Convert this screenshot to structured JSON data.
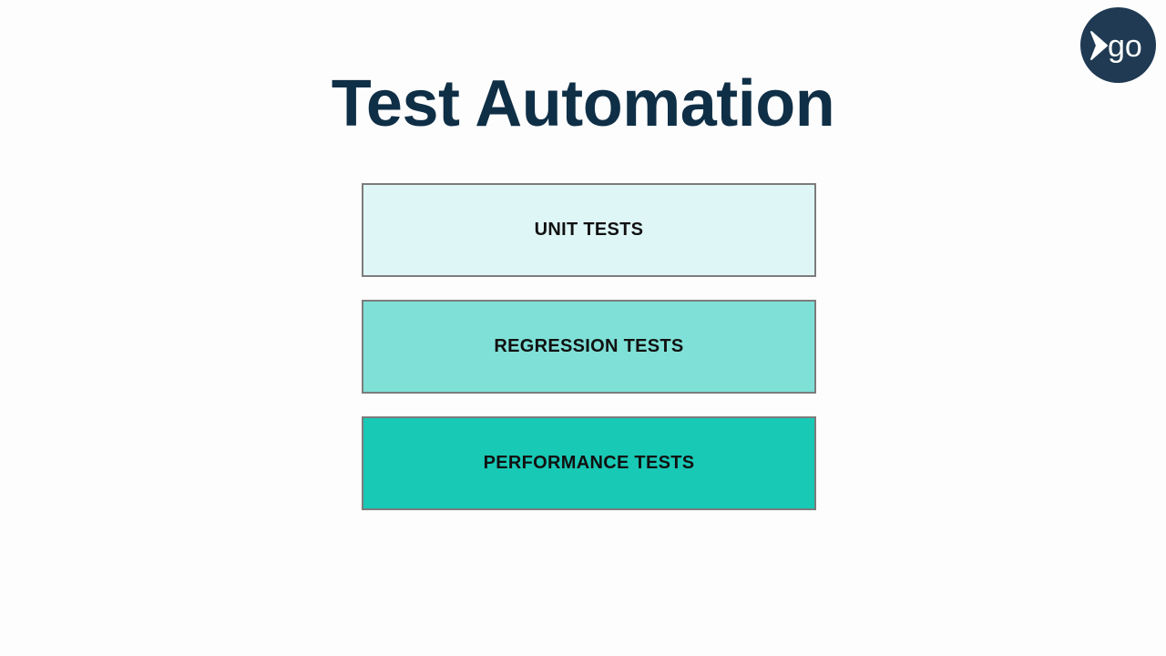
{
  "title": "Test Automation",
  "logo": {
    "icon": "play-arrow-icon",
    "text": "go",
    "background": "#1f3a52"
  },
  "layers": [
    {
      "label": "UNIT TESTS",
      "color": "#dff6f6"
    },
    {
      "label": "REGRESSION TESTS",
      "color": "#7fe0d7"
    },
    {
      "label": "PERFORMANCE TESTS",
      "color": "#18c9b6"
    }
  ]
}
